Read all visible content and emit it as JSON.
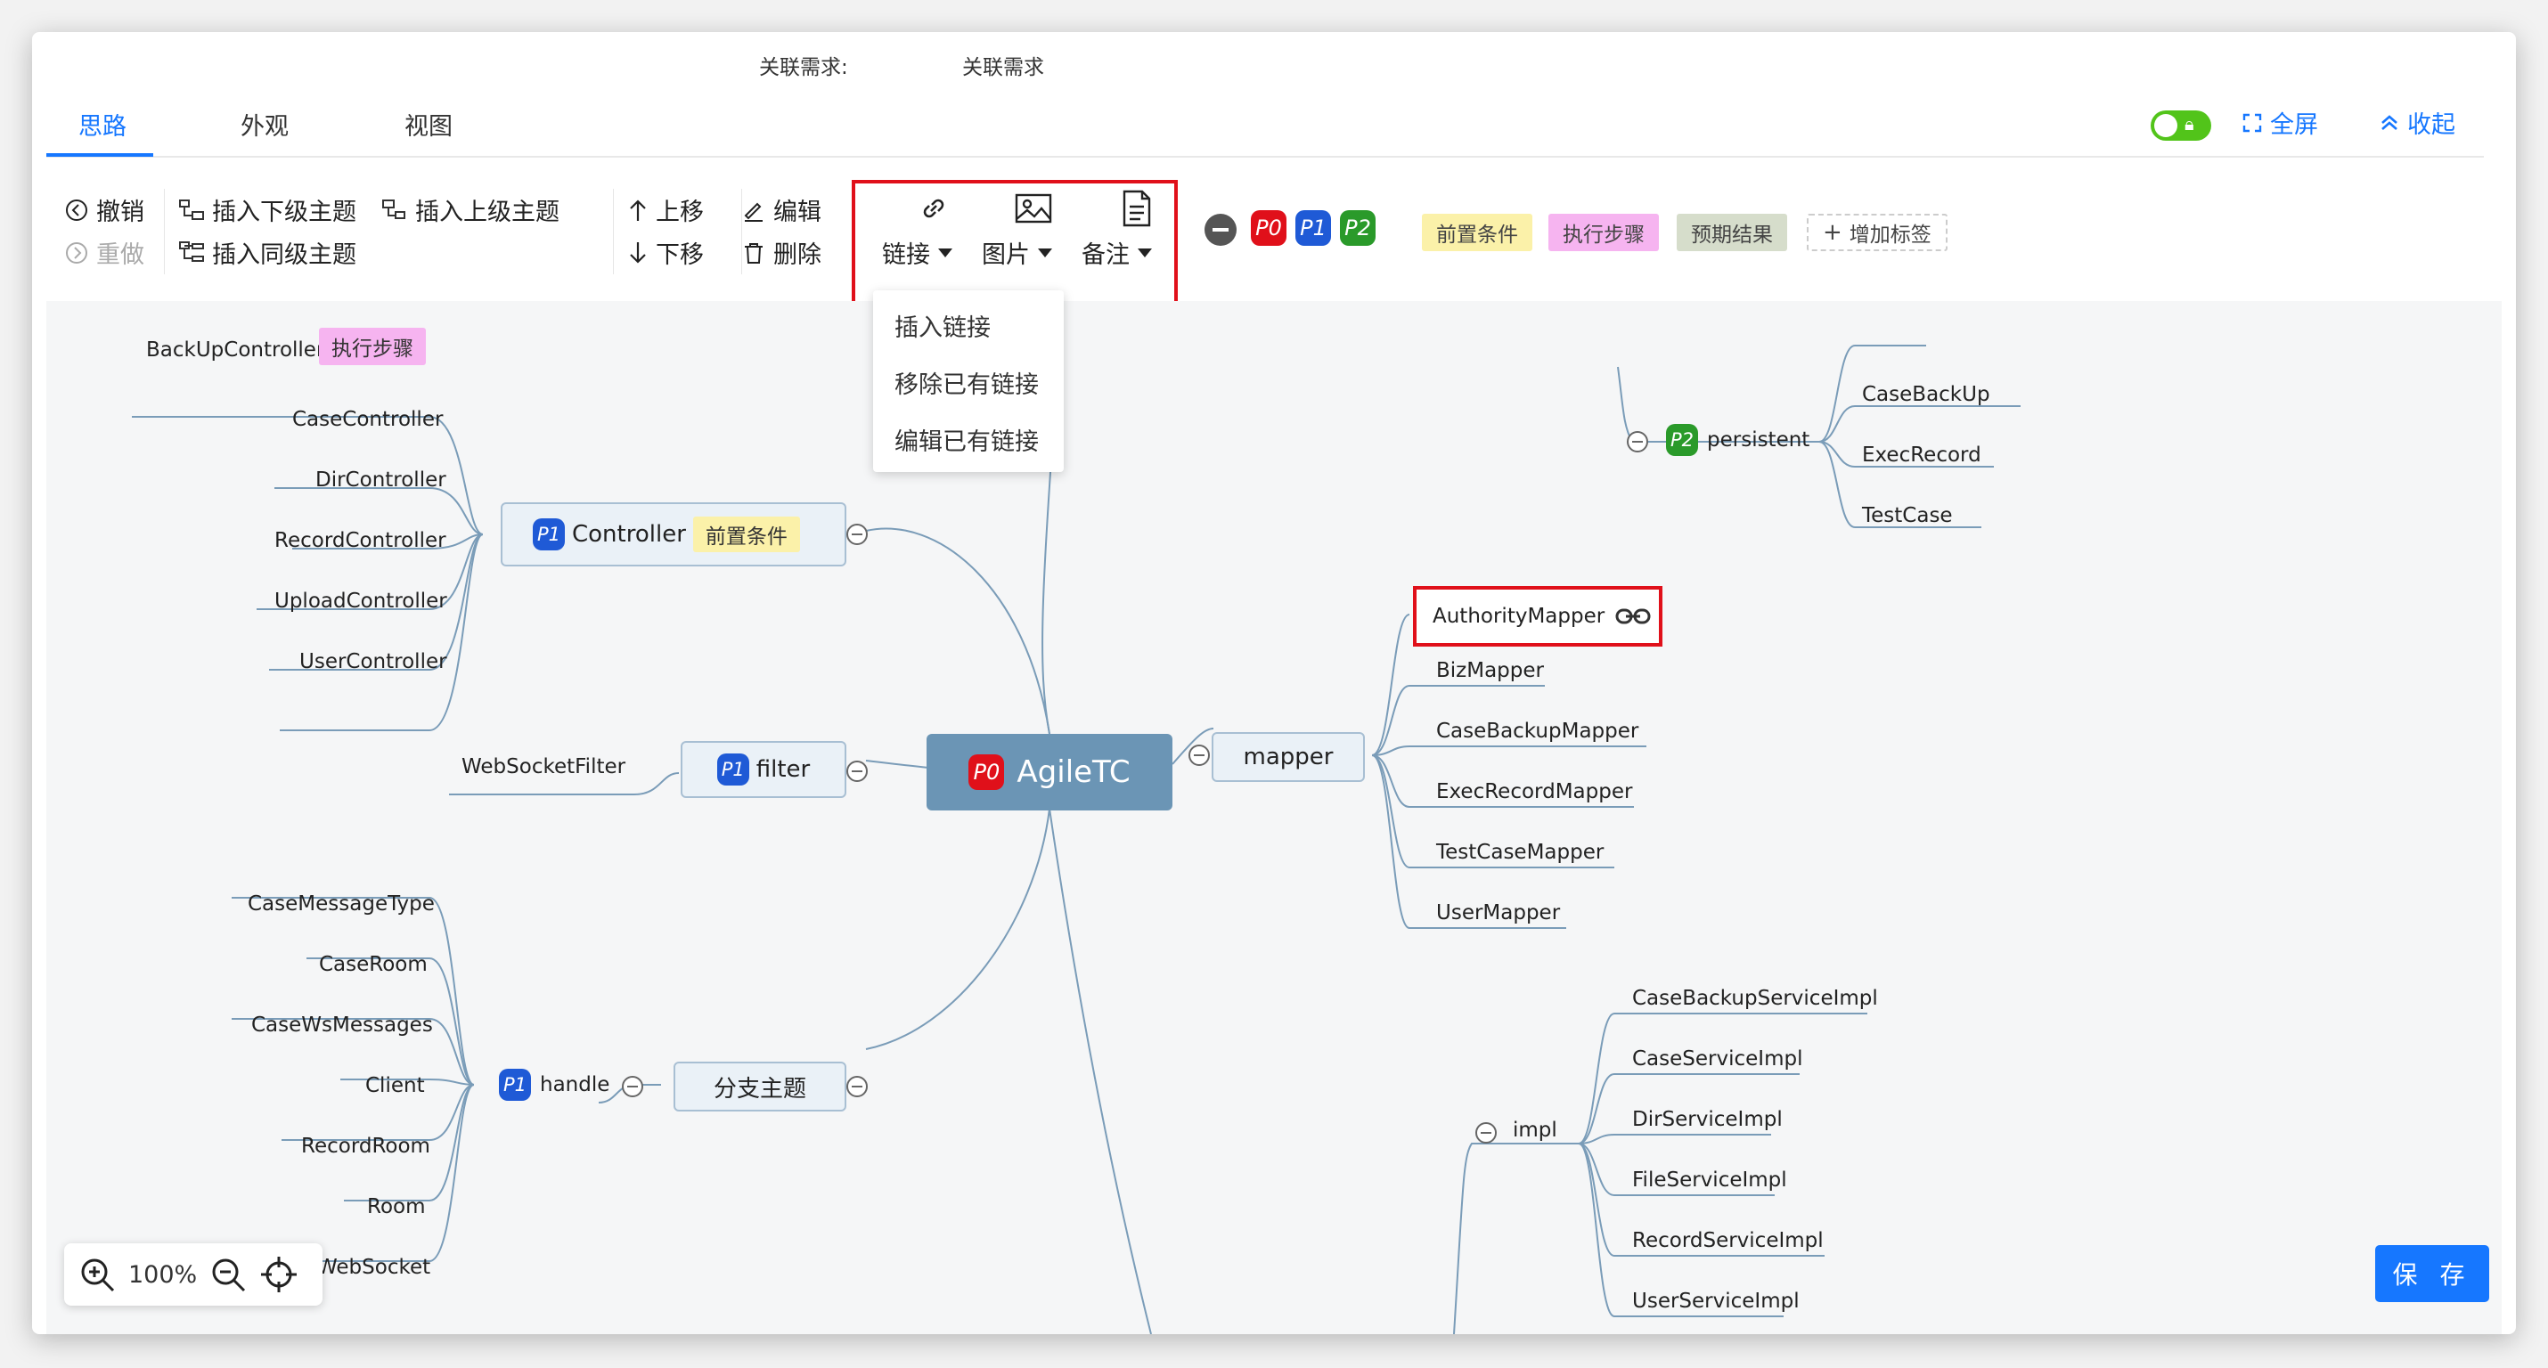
{
  "header": {
    "related_label": "关联需求:",
    "related_value": "关联需求",
    "tabs": [
      {
        "label": "思路",
        "active": true
      },
      {
        "label": "外观",
        "active": false
      },
      {
        "label": "视图",
        "active": false
      }
    ],
    "fullscreen_label": "全屏",
    "collapse_label": "收起"
  },
  "toolbar": {
    "undo": "撤销",
    "redo": "重做",
    "insert_child": "插入下级主题",
    "insert_parent": "插入上级主题",
    "insert_sibling": "插入同级主题",
    "move_up": "上移",
    "move_down": "下移",
    "edit": "编辑",
    "delete": "删除",
    "link": "链接",
    "image": "图片",
    "note": "备注",
    "priorities": [
      "P0",
      "P1",
      "P2"
    ],
    "tags": [
      "前置条件",
      "执行步骤",
      "预期结果"
    ],
    "add_tag": "增加标签"
  },
  "link_menu": {
    "items": [
      "插入链接",
      "移除已有链接",
      "编辑已有链接"
    ]
  },
  "mindmap": {
    "root": {
      "priority": "P0",
      "label": "AgileTC"
    },
    "backup": {
      "label": "BackUpController",
      "tag": "执行步骤"
    },
    "controller": {
      "priority": "P1",
      "label": "Controller",
      "tag": "前置条件",
      "children": [
        "CaseController",
        "DirController",
        "RecordController",
        "UploadController",
        "UserController"
      ]
    },
    "filter": {
      "priority": "P1",
      "label": "filter",
      "children": [
        "WebSocketFilter"
      ]
    },
    "branch": {
      "label": "分支主题"
    },
    "handle": {
      "priority": "P1",
      "label": "handle",
      "children": [
        "CaseMessageType",
        "CaseRoom",
        "CaseWsMessages",
        "Client",
        "RecordRoom",
        "Room",
        "WebSocket"
      ]
    },
    "persistent": {
      "priority": "P2",
      "label": "persistent",
      "children": [
        "CaseBackUp",
        "ExecRecord",
        "TestCase"
      ]
    },
    "mapper": {
      "label": "mapper",
      "children": [
        "AuthorityMapper",
        "BizMapper",
        "CaseBackupMapper",
        "ExecRecordMapper",
        "TestCaseMapper",
        "UserMapper"
      ]
    },
    "impl": {
      "label": "impl",
      "children": [
        "CaseBackupServiceImpl",
        "CaseServiceImpl",
        "DirServiceImpl",
        "FileServiceImpl",
        "RecordServiceImpl",
        "UserServiceImpl"
      ]
    }
  },
  "zoom": {
    "level": "100%"
  },
  "save_label": "保 存",
  "colors": {
    "accent": "#1677ff",
    "highlight_box": "#e0101a",
    "root_bg": "#6b95b5",
    "p0": "#e0101a",
    "p1": "#1f5ad6",
    "p2": "#2a9a2a",
    "tag_precondition": "#fbf1a9",
    "tag_steps": "#f6b4f0",
    "tag_expected": "#d6ddcb"
  }
}
